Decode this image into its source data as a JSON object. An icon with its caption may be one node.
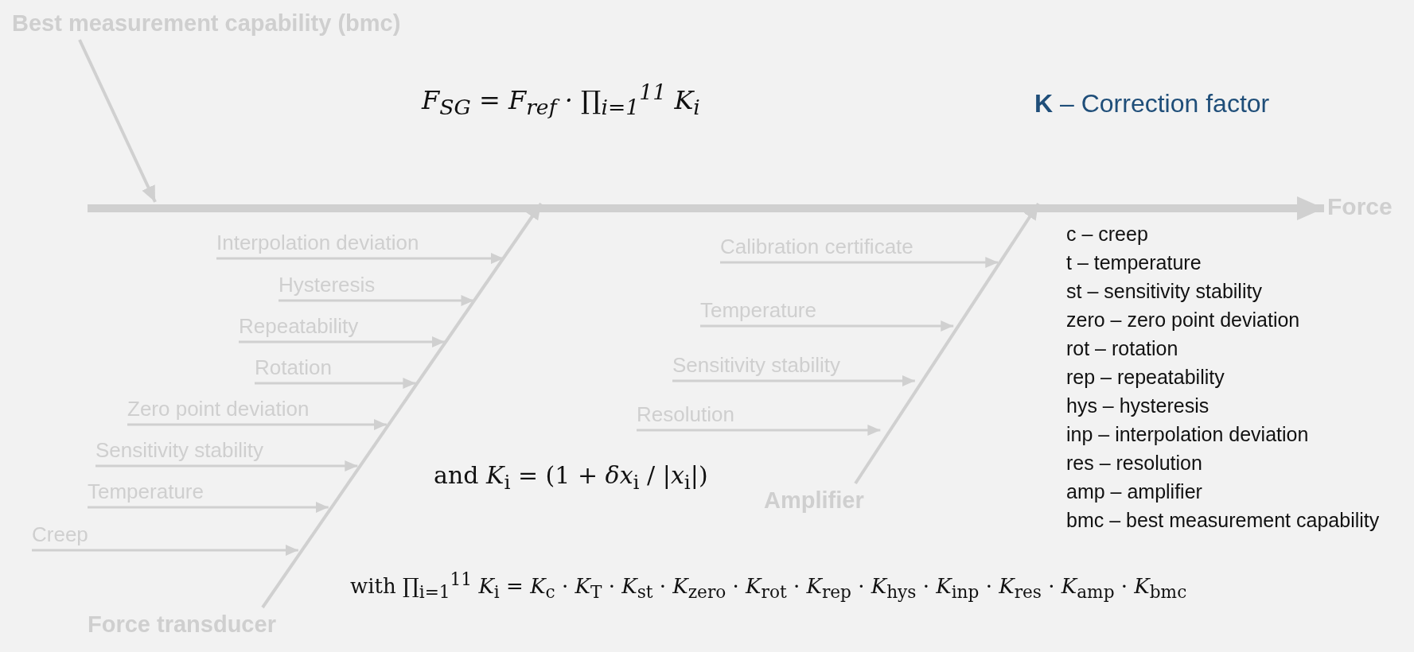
{
  "diagram": {
    "nodes": [
      {
        "text": [
          "Best measurement capability (bmc)"
        ]
      },
      {
        "text": [
          "Force"
        ]
      },
      {
        "text": [
          "Interpolation deviation"
        ]
      },
      {
        "text": [
          "Hysteresis"
        ]
      },
      {
        "text": [
          "Repeatability"
        ]
      },
      {
        "text": [
          "Rotation"
        ]
      },
      {
        "text": [
          "Zero point deviation"
        ]
      },
      {
        "text": [
          "Sensitivity stability"
        ]
      },
      {
        "text": [
          "Temperature"
        ]
      },
      {
        "text": [
          "Creep"
        ]
      },
      {
        "text": [
          "Force transducer"
        ]
      },
      {
        "text": [
          "Calibration certificate"
        ]
      },
      {
        "text": [
          "Temperature"
        ]
      },
      {
        "text": [
          "Sensitivity stability"
        ]
      },
      {
        "text": [
          "Resolution"
        ]
      },
      {
        "text": [
          "Amplifier"
        ]
      }
    ],
    "edges": [
      {
        "from": null,
        "to": 1,
        "arrow": "to",
        "style": "thick"
      },
      {
        "from": 0,
        "to": null,
        "arrow": "to"
      },
      {
        "from": 10,
        "to": null,
        "arrow": "to"
      },
      {
        "from": 15,
        "to": null,
        "arrow": "to"
      },
      {
        "from": 2,
        "to": null,
        "arrow": "to"
      },
      {
        "from": 3,
        "to": null,
        "arrow": "to"
      },
      {
        "from": 4,
        "to": null,
        "arrow": "to"
      },
      {
        "from": 5,
        "to": null,
        "arrow": "to"
      },
      {
        "from": 6,
        "to": null,
        "arrow": "to"
      },
      {
        "from": 7,
        "to": null,
        "arrow": "to"
      },
      {
        "from": 8,
        "to": null,
        "arrow": "to"
      },
      {
        "from": 9,
        "to": null,
        "arrow": "to"
      },
      {
        "from": 11,
        "to": null,
        "arrow": "to"
      },
      {
        "from": 12,
        "to": null,
        "arrow": "to"
      },
      {
        "from": 13,
        "to": null,
        "arrow": "to"
      },
      {
        "from": 14,
        "to": null,
        "arrow": "to"
      }
    ],
    "labels": [
      "F$_{SG}$ = F$_{ref}$ · ∏$_{i=1}$$^{11}$ K$_{i}$",
      "**K** – Correction factor",
      "with ∏$_{i=1}$$^{11}$ *K*$_{i}$ = *K*$_{c}$ · *K*$_{T}$ · *K*$_{st}$ · *K*$_{zero}$ · *K*$_{rot}$ · *K*$_{rep}$ · *K*$_{hys}$ · *K*$_{inp}$ · *K*$_{res}$ · *K*$_{amp}$ · *K*$_{bmc}$",
      "c – creep",
      "t – temperature",
      "st – sensitivity stability",
      "zero – zero point deviation",
      "rot – rotation",
      "rep – repeatability",
      "hys – hysteresis",
      "inp – interpolation deviation",
      "res – resolution",
      "amp – amplifier",
      "bmc – best measurement capability",
      "and *K*$_{i}$ = (1 + *δx*$_{i}$ / |*x*$_{i}$|)"
    ]
  }
}
